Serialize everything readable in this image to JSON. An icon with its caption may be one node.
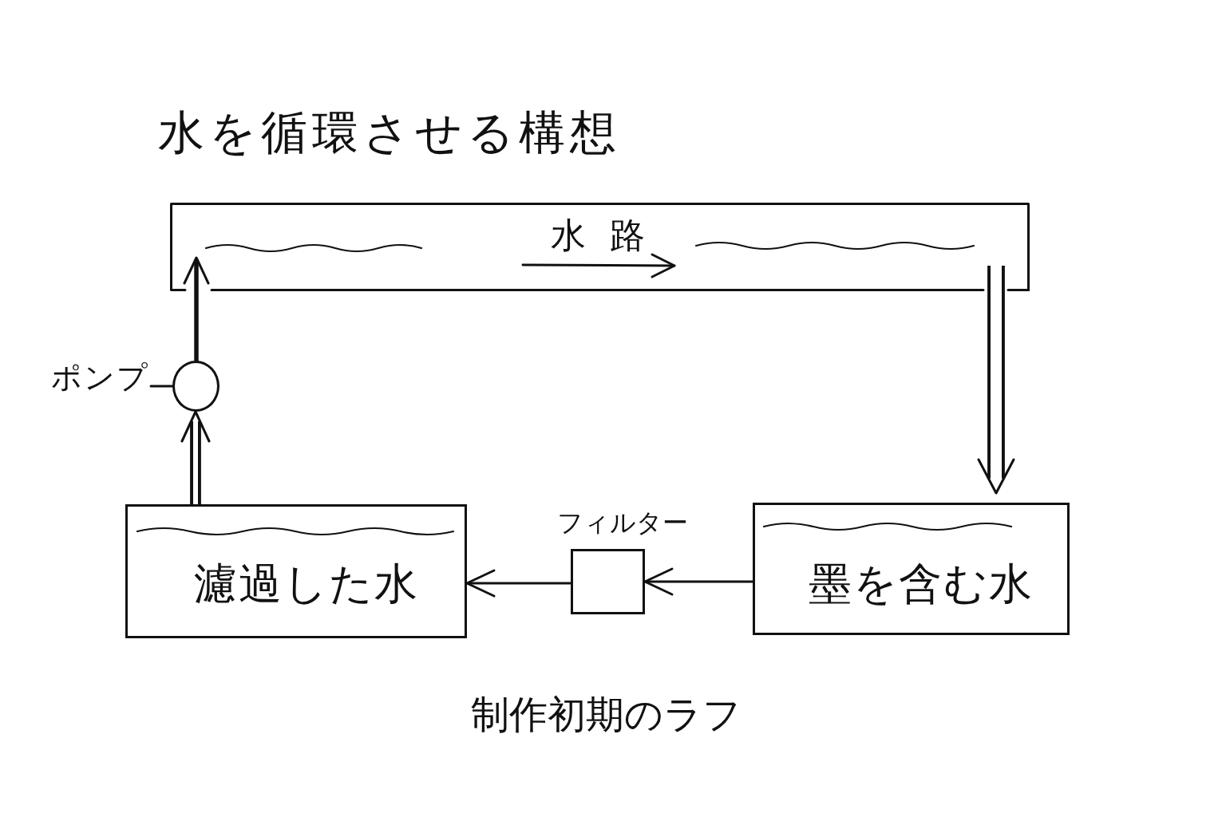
{
  "diagram": {
    "title": "水を循環させる構想",
    "caption": "制作初期のラフ",
    "nodes": [
      {
        "text": [
          "水路"
        ]
      },
      {
        "text": [
          "ポンプ"
        ]
      },
      {
        "text": [],
        "shape": "circle"
      },
      {
        "text": [
          "濾過した水"
        ]
      },
      {
        "text": [
          "フィルター"
        ]
      },
      {
        "text": [
          "墨を含む水"
        ]
      }
    ],
    "edges": [
      {
        "from": 3,
        "to": 2,
        "arrow": "to",
        "style": "thick"
      },
      {
        "from": 2,
        "to": 0,
        "arrow": "to",
        "style": "thick"
      },
      {
        "from": 0,
        "to": 5,
        "arrow": "to",
        "style": "thick"
      },
      {
        "from": 5,
        "to": 4,
        "arrow": "to"
      },
      {
        "from": 4,
        "to": 3,
        "arrow": "to"
      },
      {
        "from": 1,
        "to": 2,
        "arrow": "none"
      }
    ]
  }
}
